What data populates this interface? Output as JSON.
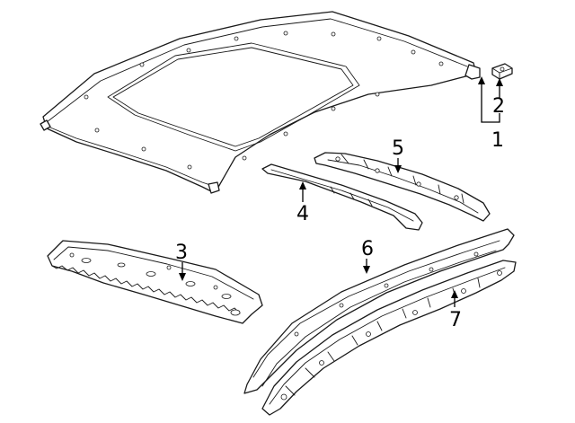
{
  "diagram": {
    "callouts": [
      {
        "id": "1",
        "label": "1"
      },
      {
        "id": "2",
        "label": "2"
      },
      {
        "id": "3",
        "label": "3"
      },
      {
        "id": "4",
        "label": "4"
      },
      {
        "id": "5",
        "label": "5"
      },
      {
        "id": "6",
        "label": "6"
      },
      {
        "id": "7",
        "label": "7"
      }
    ],
    "line_color": "#1a1a1a",
    "background_color": "#ffffff"
  }
}
